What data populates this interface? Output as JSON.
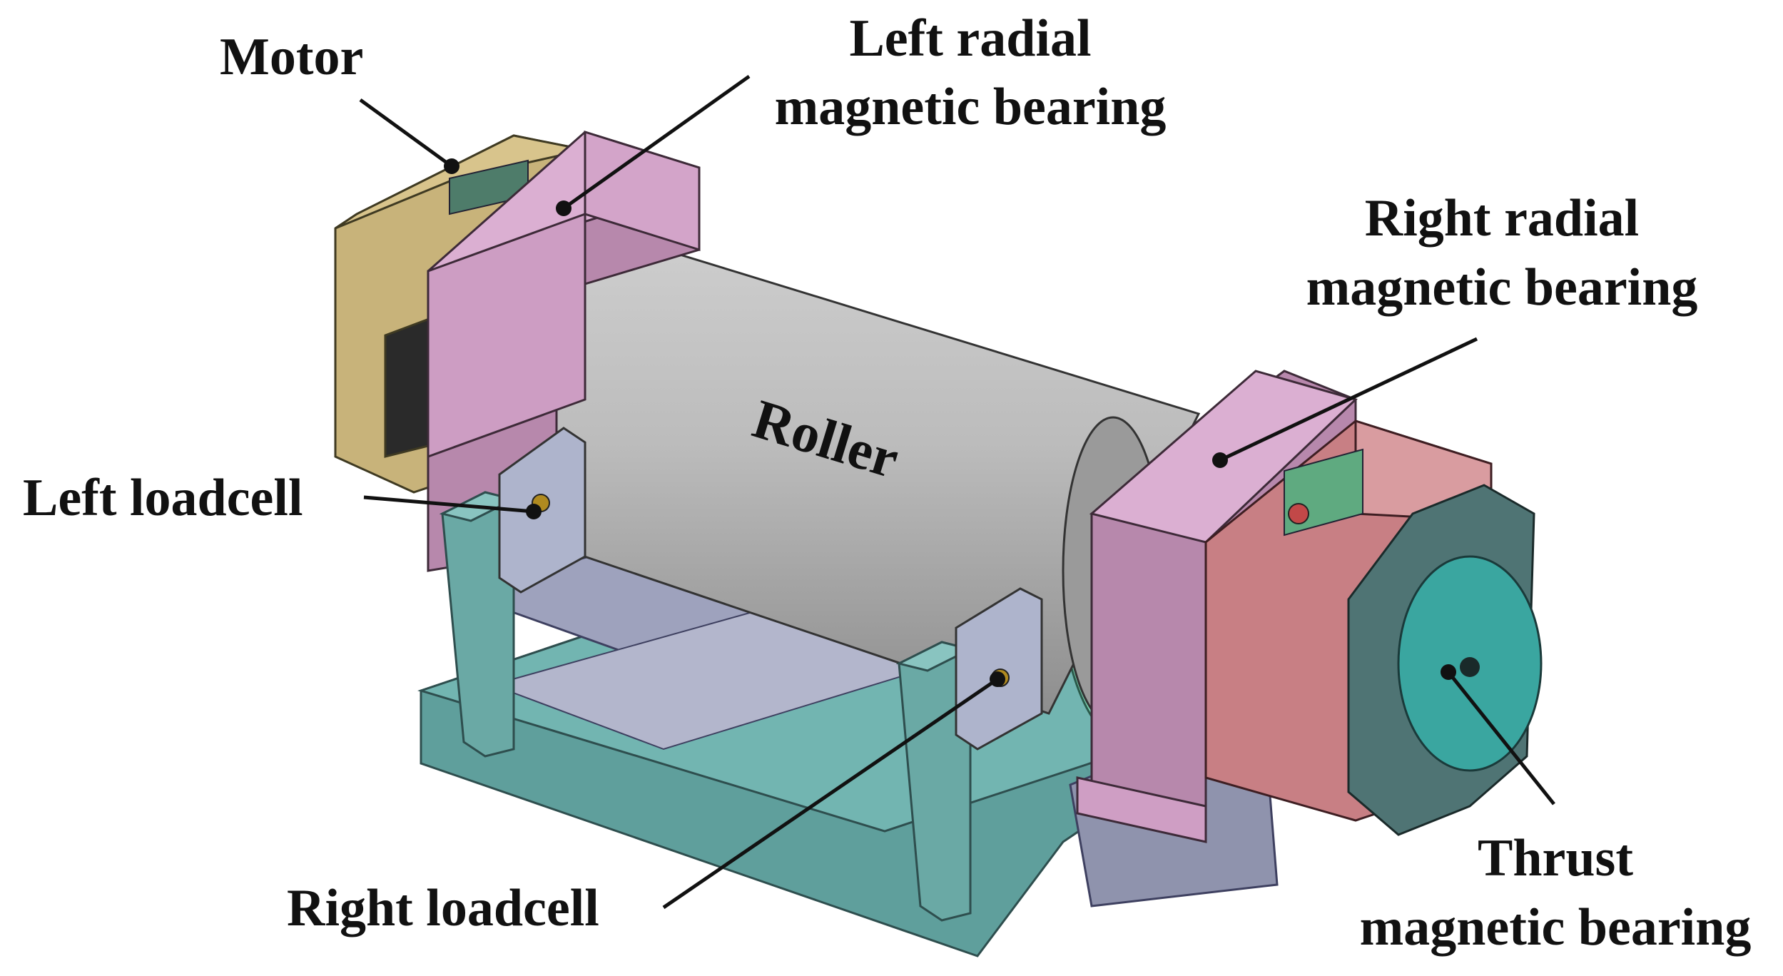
{
  "labels": {
    "motor": "Motor",
    "left_radial_line1": "Left radial",
    "left_radial_line2": "magnetic bearing",
    "right_radial_line1": "Right radial",
    "right_radial_line2": "magnetic bearing",
    "roller": "Roller",
    "left_loadcell": "Left loadcell",
    "right_loadcell": "Right loadcell",
    "thrust_line1": "Thrust",
    "thrust_line2": "magnetic bearing"
  },
  "colors": {
    "motor": "#c4b078",
    "radial_bearing": "#d5a6cb",
    "roller": "#b7b7b7",
    "base": "#6fb0ac",
    "stator_green": "#7fd6b6",
    "thrust_housing": "#d78c8c",
    "thrust_disk": "#4d7272",
    "thrust_rotor": "#3aa6a0",
    "loadcell": "#aeb4cc",
    "plate": "#a7a9bf"
  }
}
